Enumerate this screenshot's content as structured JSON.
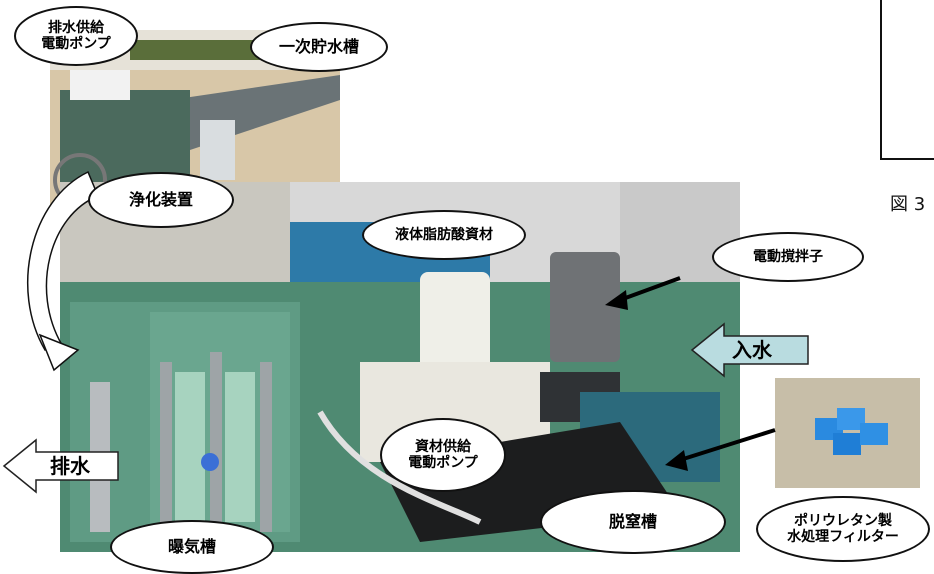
{
  "callouts": {
    "drain_pump": "排水供給\n電動ポンプ",
    "primary_tank": "一次貯水槽",
    "purifier": "浄化装置",
    "liquid_material": "液体脂肪酸資材",
    "motor_stirrer": "電動撹拌子",
    "material_pump": "資材供給\n電動ポンプ",
    "aeration_tank": "曝気槽",
    "denitrification_tank": "脱窒槽",
    "polyurethane_filter": "ポリウレタン製\n水処理フィルター"
  },
  "arrows": {
    "inflow": "入水",
    "outflow": "排水"
  },
  "figure_label": "図 3"
}
